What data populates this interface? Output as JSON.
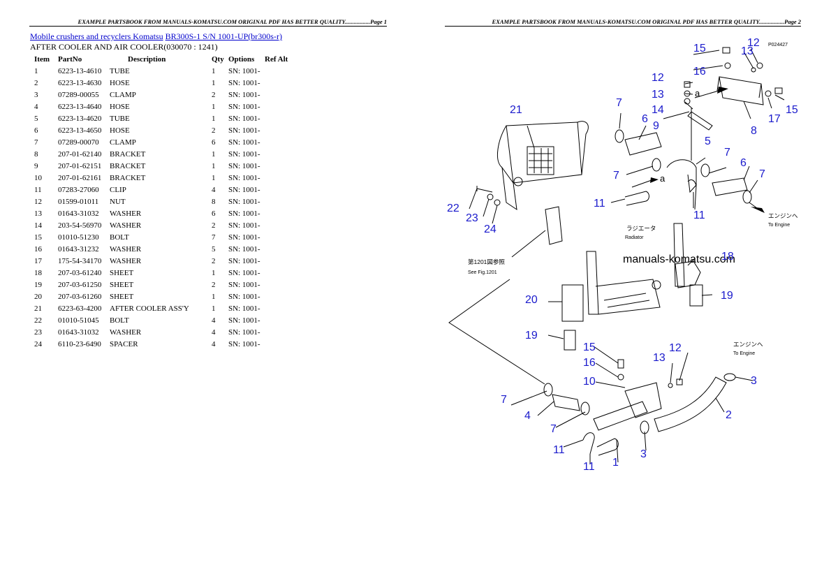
{
  "headers": {
    "page1": "EXAMPLE PARTSBOOK FROM MANUALS-KOMATSU.COM ORIGINAL PDF HAS BETTER QUALITY.................Page 1",
    "page2": "EXAMPLE PARTSBOOK FROM MANUALS-KOMATSU.COM ORIGINAL PDF HAS BETTER QUALITY.................Page 2"
  },
  "breadcrumb": {
    "link1": "Mobile crushers and recyclers Komatsu",
    "link2": "BR300S-1 S/N 1001-UP(br300s-r)"
  },
  "subtitle": "AFTER COOLER AND AIR COOLER(030070 : 1241)",
  "table": {
    "columns": [
      "Item",
      "PartNo",
      "Description",
      "Qty",
      "Options",
      "Ref Alt"
    ],
    "rows": [
      [
        "1",
        "6223-13-4610",
        "TUBE",
        "1",
        "SN: 1001-"
      ],
      [
        "2",
        "6223-13-4630",
        "HOSE",
        "1",
        "SN: 1001-"
      ],
      [
        "3",
        "07289-00055",
        "CLAMP",
        "2",
        "SN: 1001-"
      ],
      [
        "4",
        "6223-13-4640",
        "HOSE",
        "1",
        "SN: 1001-"
      ],
      [
        "5",
        "6223-13-4620",
        "TUBE",
        "1",
        "SN: 1001-"
      ],
      [
        "6",
        "6223-13-4650",
        "HOSE",
        "2",
        "SN: 1001-"
      ],
      [
        "7",
        "07289-00070",
        "CLAMP",
        "6",
        "SN: 1001-"
      ],
      [
        "8",
        "207-01-62140",
        "BRACKET",
        "1",
        "SN: 1001-"
      ],
      [
        "9",
        "207-01-62151",
        "BRACKET",
        "1",
        "SN: 1001-"
      ],
      [
        "10",
        "207-01-62161",
        "BRACKET",
        "1",
        "SN: 1001-"
      ],
      [
        "11",
        "07283-27060",
        "CLIP",
        "4",
        "SN: 1001-"
      ],
      [
        "12",
        "01599-01011",
        "NUT",
        "8",
        "SN: 1001-"
      ],
      [
        "13",
        "01643-31032",
        "WASHER",
        "6",
        "SN: 1001-"
      ],
      [
        "14",
        "203-54-56970",
        "WASHER",
        "2",
        "SN: 1001-"
      ],
      [
        "15",
        "01010-51230",
        "BOLT",
        "7",
        "SN: 1001-"
      ],
      [
        "16",
        "01643-31232",
        "WASHER",
        "5",
        "SN: 1001-"
      ],
      [
        "17",
        "175-54-34170",
        "WASHER",
        "2",
        "SN: 1001-"
      ],
      [
        "18",
        "207-03-61240",
        "SHEET",
        "1",
        "SN: 1001-"
      ],
      [
        "19",
        "207-03-61250",
        "SHEET",
        "2",
        "SN: 1001-"
      ],
      [
        "20",
        "207-03-61260",
        "SHEET",
        "1",
        "SN: 1001-"
      ],
      [
        "21",
        "6223-63-4200",
        "AFTER COOLER ASS'Y",
        "1",
        "SN: 1001-"
      ],
      [
        "22",
        "01010-51045",
        "BOLT",
        "4",
        "SN: 1001-"
      ],
      [
        "23",
        "01643-31032",
        "WASHER",
        "4",
        "SN: 1001-"
      ],
      [
        "24",
        "6110-23-6490",
        "SPACER",
        "4",
        "SN: 1001-"
      ]
    ]
  },
  "diagram": {
    "code": "P024427",
    "watermark": "manuals-komatsu.com",
    "radiator_jp": "ラジエータ",
    "radiator_en": "Radiator",
    "seefig_jp": "第1201図参照",
    "seefig_en": "See Fig.1201",
    "engine_jp": "エンジンへ",
    "engine_en": "To Engine",
    "engine2_jp": "エンジンへ",
    "engine2_en": "To Engine",
    "mark_a": "a",
    "callouts": [
      {
        "id": "c15a",
        "text": "15"
      },
      {
        "id": "c13a",
        "text": "13"
      },
      {
        "id": "c12a",
        "text": "12"
      },
      {
        "id": "c16a",
        "text": "16"
      },
      {
        "id": "c12b",
        "text": "12"
      },
      {
        "id": "c13b",
        "text": "13"
      },
      {
        "id": "c14",
        "text": "14"
      },
      {
        "id": "c9",
        "text": "9"
      },
      {
        "id": "c21",
        "text": "21"
      },
      {
        "id": "c7a",
        "text": "7"
      },
      {
        "id": "c6a",
        "text": "6"
      },
      {
        "id": "c17",
        "text": "17"
      },
      {
        "id": "c15b",
        "text": "15"
      },
      {
        "id": "c8",
        "text": "8"
      },
      {
        "id": "c5",
        "text": "5"
      },
      {
        "id": "c7b",
        "text": "7"
      },
      {
        "id": "c7c",
        "text": "7"
      },
      {
        "id": "c6b",
        "text": "6"
      },
      {
        "id": "c7d",
        "text": "7"
      },
      {
        "id": "c11a",
        "text": "11"
      },
      {
        "id": "c11b",
        "text": "11"
      },
      {
        "id": "c22",
        "text": "22"
      },
      {
        "id": "c23",
        "text": "23"
      },
      {
        "id": "c24",
        "text": "24"
      },
      {
        "id": "c18",
        "text": "18"
      },
      {
        "id": "c20",
        "text": "20"
      },
      {
        "id": "c19a",
        "text": "19"
      },
      {
        "id": "c19b",
        "text": "19"
      },
      {
        "id": "c15c",
        "text": "15"
      },
      {
        "id": "c16b",
        "text": "16"
      },
      {
        "id": "c10",
        "text": "10"
      },
      {
        "id": "c13c",
        "text": "13"
      },
      {
        "id": "c12c",
        "text": "12"
      },
      {
        "id": "c3",
        "text": "3"
      },
      {
        "id": "c7e",
        "text": "7"
      },
      {
        "id": "c4",
        "text": "4"
      },
      {
        "id": "c7f",
        "text": "7"
      },
      {
        "id": "c11c",
        "text": "11"
      },
      {
        "id": "c11d",
        "text": "11"
      },
      {
        "id": "c1",
        "text": "1"
      },
      {
        "id": "c3b",
        "text": "3"
      },
      {
        "id": "c2",
        "text": "2"
      }
    ]
  }
}
